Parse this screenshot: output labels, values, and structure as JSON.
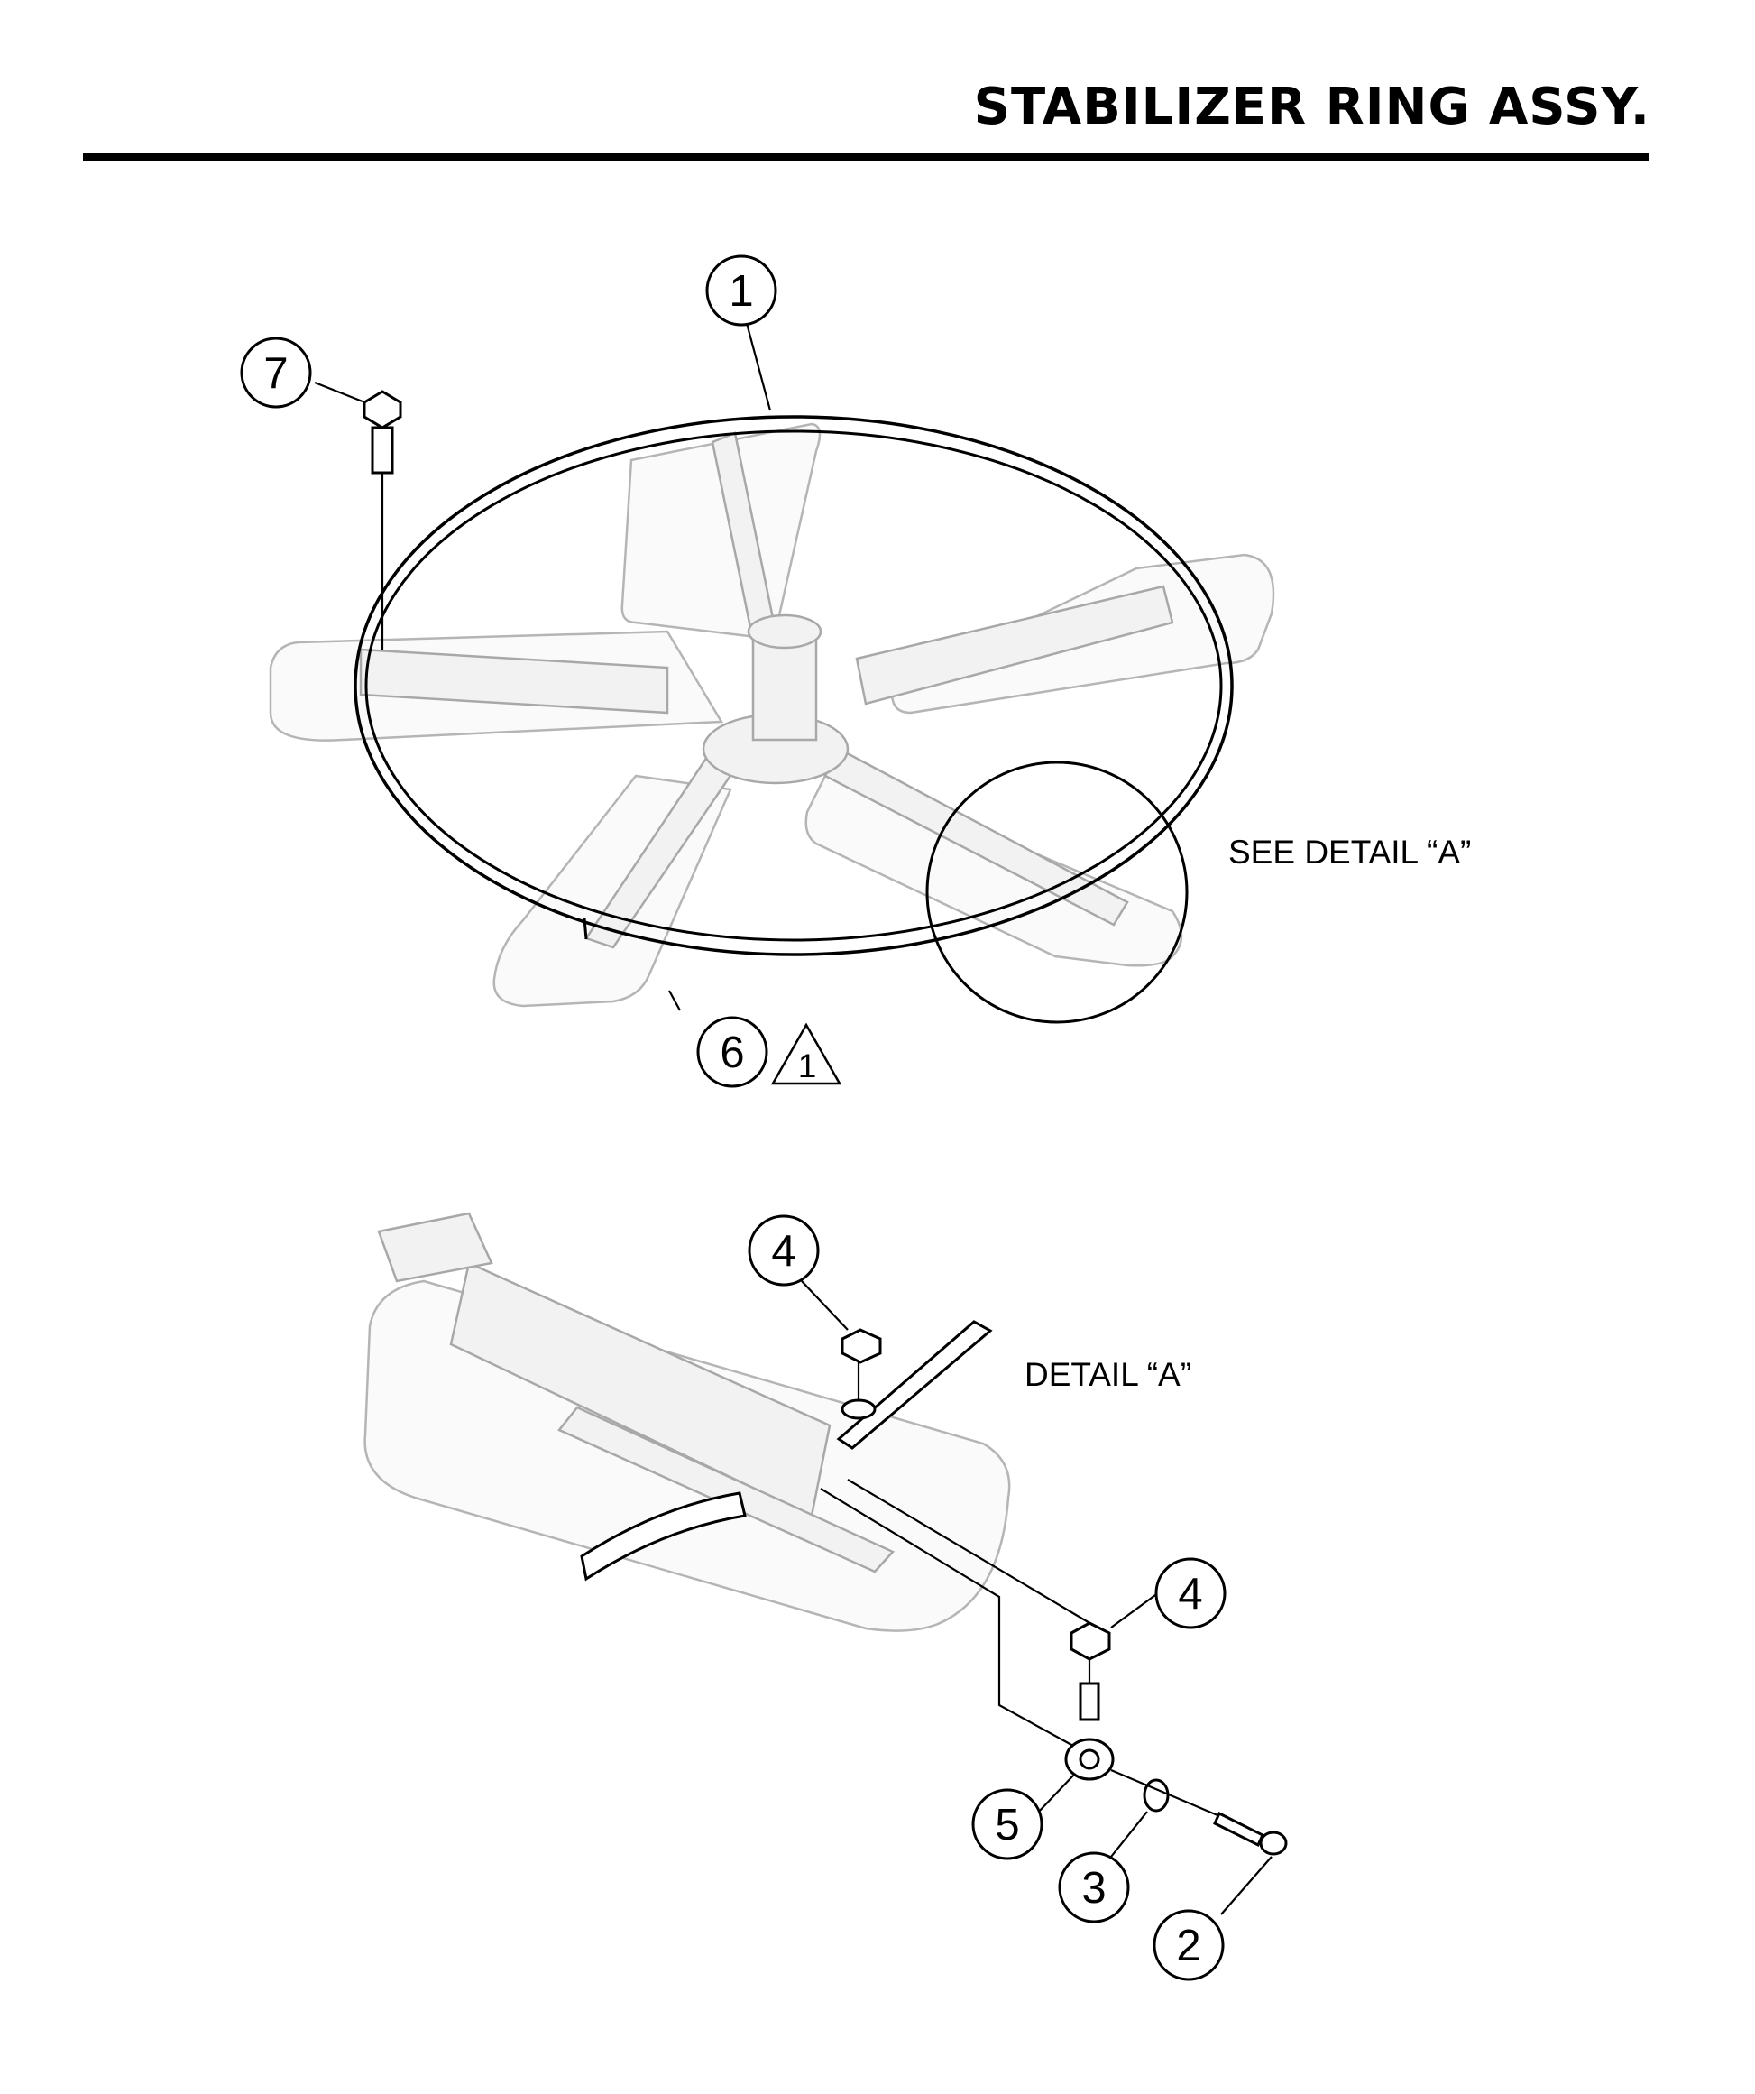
{
  "header": {
    "title": "STABILIZER RING ASSY."
  },
  "main_view": {
    "callouts": [
      {
        "id": "callout-1",
        "number": "1"
      },
      {
        "id": "callout-7",
        "number": "7"
      },
      {
        "id": "callout-6",
        "number": "6"
      }
    ],
    "revision_flag": "1",
    "detail_reference": "SEE DETAIL “A”"
  },
  "detail_view": {
    "title": "DETAIL “A”",
    "callouts": [
      {
        "id": "callout-4-top",
        "number": "4"
      },
      {
        "id": "callout-4-bottom",
        "number": "4"
      },
      {
        "id": "callout-5",
        "number": "5"
      },
      {
        "id": "callout-3",
        "number": "3"
      },
      {
        "id": "callout-2",
        "number": "2"
      }
    ]
  },
  "colors": {
    "line": "#000000",
    "ghosted_parts": "#b5b5b5",
    "background": "#ffffff"
  }
}
